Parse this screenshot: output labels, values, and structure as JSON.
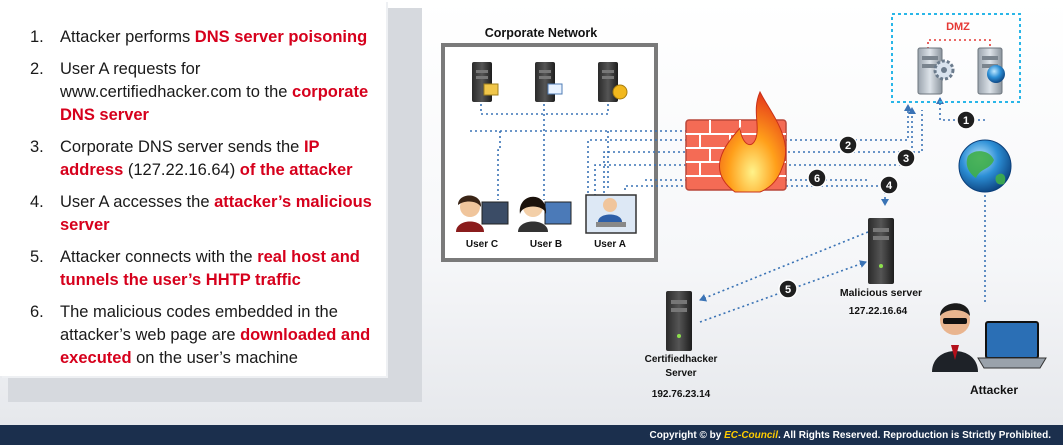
{
  "steps": [
    {
      "num": "1.",
      "parts": [
        {
          "t": "Attacker performs ",
          "h": false
        },
        {
          "t": "DNS server poisoning",
          "h": true
        }
      ]
    },
    {
      "num": "2.",
      "parts": [
        {
          "t": "User A requests for www.certifiedhacker.com to the ",
          "h": false
        },
        {
          "t": "corporate DNS server",
          "h": true
        }
      ]
    },
    {
      "num": "3.",
      "parts": [
        {
          "t": "Corporate DNS server sends the ",
          "h": false
        },
        {
          "t": "IP address",
          "h": true
        },
        {
          "t": " (127.22.16.64) ",
          "h": false
        },
        {
          "t": "of the attacker",
          "h": true
        }
      ]
    },
    {
      "num": "4.",
      "parts": [
        {
          "t": "User A accesses the ",
          "h": false
        },
        {
          "t": "attacker’s malicious server",
          "h": true
        }
      ]
    },
    {
      "num": "5.",
      "parts": [
        {
          "t": "Attacker connects with the ",
          "h": false
        },
        {
          "t": "real host and tunnels the user’s HHTP traffic",
          "h": true
        }
      ]
    },
    {
      "num": "6.",
      "parts": [
        {
          "t": "The malicious codes embedded in the attacker’s web page are ",
          "h": false
        },
        {
          "t": "downloaded and executed",
          "h": true
        },
        {
          "t": " on the user’s machine",
          "h": false
        }
      ]
    }
  ],
  "diagram": {
    "corporate_network": "Corporate Network",
    "dmz": "DMZ",
    "users": {
      "c": "User C",
      "b": "User B",
      "a": "User A"
    },
    "malicious_server": {
      "label": "Malicious server",
      "ip": "127.22.16.64"
    },
    "certified_server": {
      "line1": "Certifiedhacker",
      "line2": "Server",
      "ip": "192.76.23.14"
    },
    "attacker": "Attacker",
    "badges": [
      "1",
      "2",
      "3",
      "4",
      "5",
      "6"
    ]
  },
  "footer": {
    "prefix": "Copyright © by ",
    "brand": "EC-Council",
    "suffix": ". All Rights Reserved. Reproduction is Strictly Prohibited."
  },
  "colors": {
    "highlight": "#d6001c",
    "link": "#3a73b5",
    "dmz_border": "#29b6e8",
    "dmz_label": "#e53935",
    "footer_bg": "#1b2f4d"
  }
}
